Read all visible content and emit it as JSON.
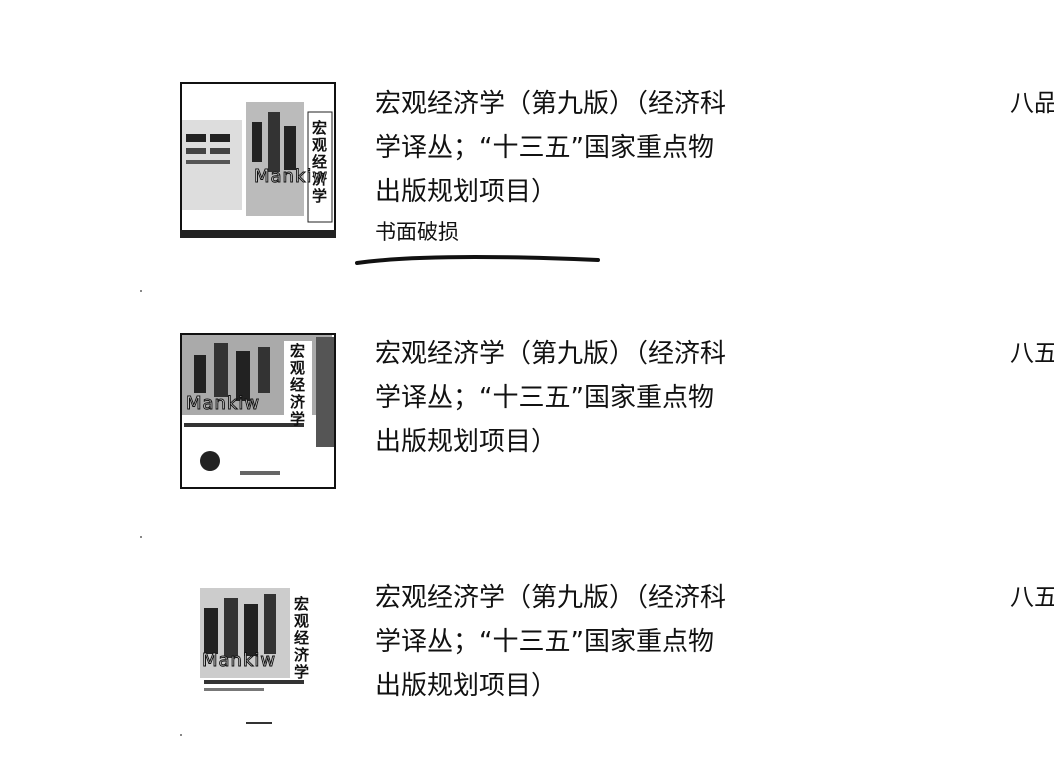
{
  "listings": [
    {
      "title": "宏观经济学（第九版）（经济科学译丛；“十三五”国家重点物出版规划项目）",
      "note": "书面破损",
      "grade": "八品",
      "cover": {
        "spine_text": "宏观经济学",
        "author_text": "Mankiw"
      }
    },
    {
      "title": "宏观经济学（第九版）（经济科学译丛；“十三五”国家重点物出版规划项目）",
      "grade": "八五",
      "cover": {
        "spine_text": "宏观经济学",
        "author_text": "Mankiw"
      }
    },
    {
      "title": "宏观经济学（第九版）（经济科学译丛；“十三五”国家重点物出版规划项目）",
      "grade": "八五",
      "cover": {
        "spine_text": "宏观经济学",
        "author_text": "Mankiw"
      }
    }
  ]
}
